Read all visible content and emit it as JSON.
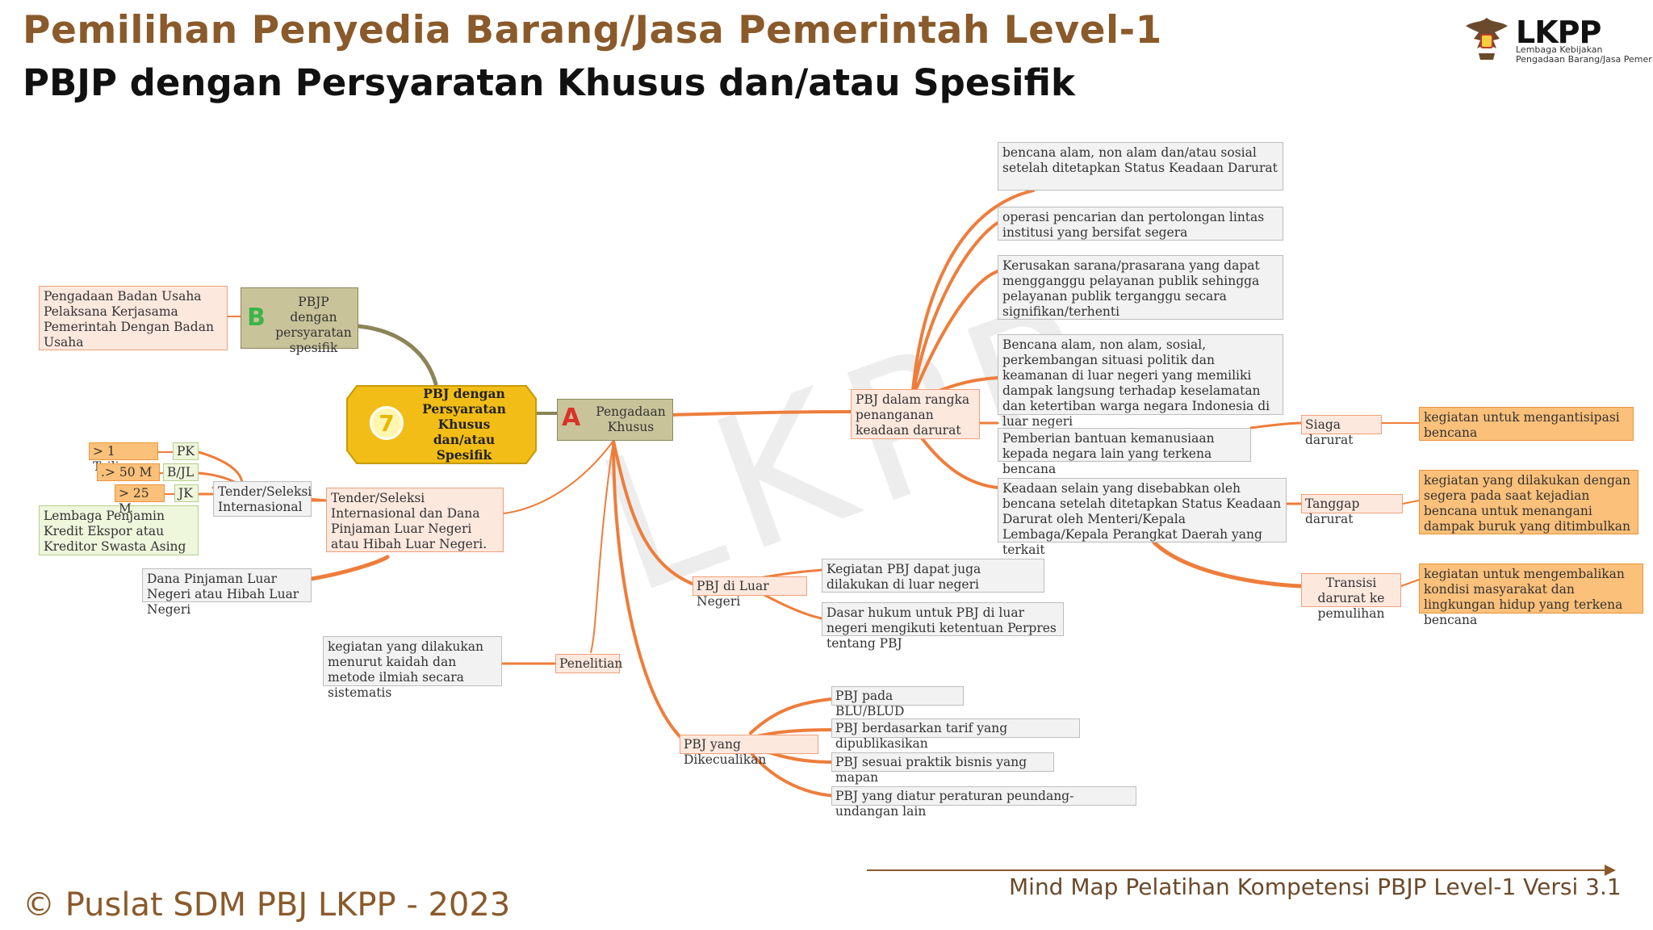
{
  "header": {
    "title": "Pemilihan Penyedia Barang/Jasa Pemerintah Level-1",
    "subtitle": "PBJP dengan Persyaratan Khusus dan/atau Spesifik"
  },
  "logo": {
    "name": "LKPP",
    "sub_line1": "Lembaga Kebijakan",
    "sub_line2": "Pengadaan Barang/Jasa Pemerintah"
  },
  "watermark": "LKPP",
  "center": {
    "number": "7",
    "label": "PBJ dengan Persyaratan Khusus dan/atau Spesifik"
  },
  "branch_a": {
    "letter": "A",
    "label": "Pengadaan Khusus",
    "darurat": {
      "label": "PBJ dalam rangka penanganan keadaan darurat",
      "items": [
        "bencana alam, non alam dan/atau sosial setelah ditetapkan Status Keadaan Darurat",
        "operasi pencarian dan pertolongan lintas institusi yang bersifat segera",
        "Kerusakan sarana/prasarana yang dapat mengganggu pelayanan publik sehingga pelayanan publik terganggu secara signifikan/terhenti",
        "Bencana alam, non alam, sosial, perkembangan situasi politik dan keamanan di luar negeri yang memiliki dampak langsung terhadap keselamatan dan ketertiban warga negara Indonesia di luar negeri",
        "Pemberian bantuan kemanusiaan kepada negara lain yang terkena bencana",
        "Keadaan selain yang disebabkan oleh bencana setelah ditetapkan Status Keadaan Darurat oleh Menteri/Kepala Lembaga/Kepala Perangkat Daerah yang terkait"
      ],
      "stages": [
        {
          "label": "Siaga darurat",
          "desc": "kegiatan untuk mengantisipasi bencana"
        },
        {
          "label": "Tanggap darurat",
          "desc": "kegiatan yang dilakukan dengan segera pada saat kejadian bencana untuk menangani dampak buruk yang ditimbulkan"
        },
        {
          "label": "Transisi darurat ke pemulihan",
          "desc": "kegiatan untuk mengembalikan kondisi masyarakat dan lingkungan hidup yang terkena bencana"
        }
      ]
    },
    "luar_negeri": {
      "label": "PBJ di Luar Negeri",
      "items": [
        "Kegiatan PBJ dapat juga dilakukan di luar negeri",
        "Dasar hukum untuk PBJ di luar negeri mengikuti ketentuan Perpres tentang PBJ"
      ]
    },
    "dikecualikan": {
      "label": "PBJ yang Dikecualikan",
      "items": [
        "PBJ pada BLU/BLUD",
        "PBJ berdasarkan tarif yang dipublikasikan",
        "PBJ sesuai praktik bisnis yang mapan",
        "PBJ yang diatur peraturan peundang-undangan lain"
      ]
    },
    "penelitian": {
      "label": "Penelitian",
      "desc": "kegiatan yang dilakukan menurut kaidah dan metode ilmiah secara sistematis"
    },
    "tender_internasional": {
      "label": "Tender/Seleksi Internasional dan Dana Pinjaman Luar Negeri atau Hibah Luar Negeri.",
      "seleksi": {
        "label": "Tender/Seleksi Internasional",
        "thresholds": [
          {
            "value": "> 1 Triliun",
            "type": "PK"
          },
          {
            "value": ".> 50 M",
            "type": "B/JL"
          },
          {
            "value": "> 25 M",
            "type": "JK"
          }
        ],
        "lembaga": "Lembaga Penjamin Kredit Ekspor atau Kreditor Swasta Asing"
      },
      "dana": "Dana Pinjaman Luar Negeri atau Hibah Luar Negeri"
    }
  },
  "branch_b": {
    "letter": "B",
    "label": "PBJP dengan persyaratan spesifik",
    "item": "Pengadaan Badan Usaha Pelaksana Kerjasama Pemerintah Dengan Badan Usaha"
  },
  "footer": {
    "copyright": "© Puslat SDM PBJ LKPP - 2023",
    "version": "Mind Map Pelatihan Kompetensi PBJP Level-1 Versi 3.1"
  },
  "colors": {
    "title": "#8a5a2b",
    "branch": "#ee7d3b",
    "olive": "#8b8557",
    "center": "#f2bd16"
  }
}
